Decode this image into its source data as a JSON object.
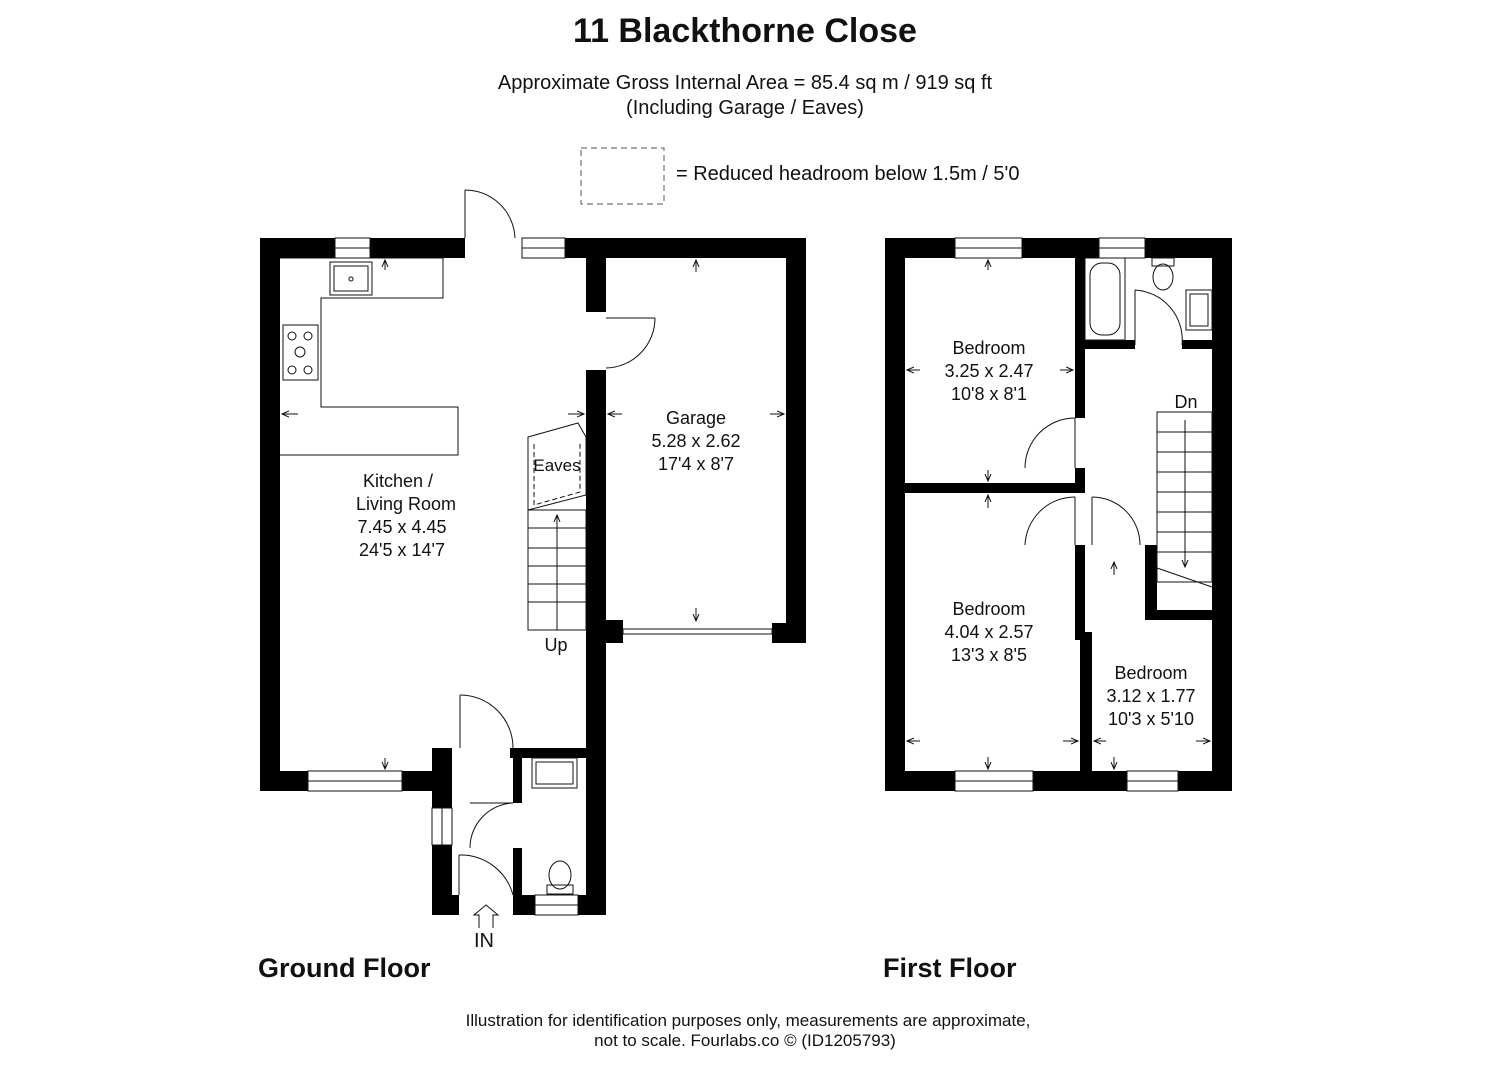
{
  "title": "11 Blackthorne Close",
  "area_line1": "Approximate Gross Internal Area = 85.4 sq m / 919 sq ft",
  "area_line2": "(Including Garage / Eaves)",
  "legend_text": "= Reduced headroom below 1.5m / 5'0",
  "ground_floor": {
    "label": "Ground Floor",
    "kitchen": {
      "name1": "Kitchen /",
      "name2": "Living Room",
      "metric": "7.45 x 4.45",
      "imperial": "24'5 x 14'7"
    },
    "garage": {
      "name": "Garage",
      "metric": "5.28 x 2.62",
      "imperial": "17'4 x 8'7"
    },
    "eaves": "Eaves",
    "stairs": "Up",
    "entrance": "IN"
  },
  "first_floor": {
    "label": "First Floor",
    "bedroom1": {
      "name": "Bedroom",
      "metric": "3.25 x 2.47",
      "imperial": "10'8 x 8'1"
    },
    "bedroom2": {
      "name": "Bedroom",
      "metric": "4.04 x 2.57",
      "imperial": "13'3 x 8'5"
    },
    "bedroom3": {
      "name": "Bedroom",
      "metric": "3.12 x 1.77",
      "imperial": "10'3 x 5'10"
    },
    "stairs": "Dn"
  },
  "disclaimer_line1": "Illustration for identification purposes only, measurements are approximate,",
  "disclaimer_line2": "not to scale. Fourlabs.co © (ID1205793)",
  "colors": {
    "wall": "#000000",
    "background": "#ffffff",
    "line": "#111111"
  }
}
